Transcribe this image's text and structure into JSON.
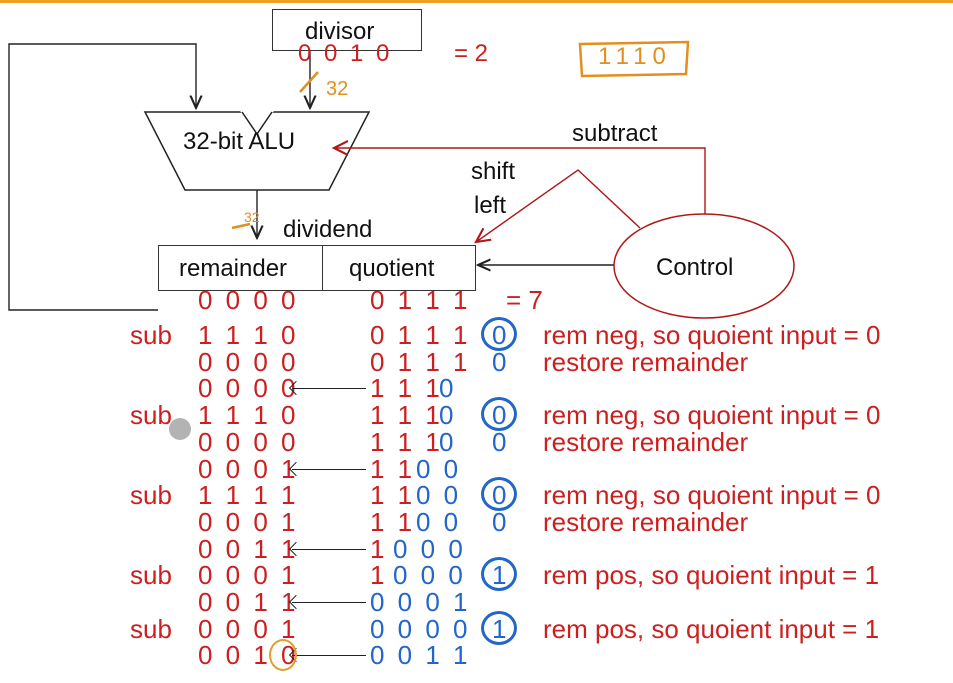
{
  "diagram": {
    "divisor_label": "divisor",
    "divisor_bits": "0 0 1 0",
    "divisor_value": "= 2",
    "handwritten_note": "1110",
    "handwritten_width_1": "32",
    "handwritten_width_2": "32",
    "alu_label": "32-bit ALU",
    "subtract_label": "subtract",
    "shift_label_1": "shift",
    "shift_label_2": "left",
    "dividend_label": "dividend",
    "remainder_label": "remainder",
    "quotient_label": "quotient",
    "control_label": "Control"
  },
  "trace": {
    "initial_remainder": "0 0 0 0",
    "initial_quotient": "0 1 1 1",
    "initial_value": "= 7",
    "rows": [
      {
        "op": "sub",
        "rem": "1 1 1 0",
        "quo_red": "0 1 1 1",
        "quo_blue": "",
        "bit": "0",
        "bit_circled": true,
        "note": "rem neg, so quoient input = 0"
      },
      {
        "op": "",
        "rem": "0 0 0 0",
        "quo_red": "0 1 1 1",
        "quo_blue": "",
        "bit": "0",
        "bit_circled": false,
        "note": "restore remainder"
      },
      {
        "op": "",
        "rem": "0 0 0 0",
        "arrow": true,
        "quo_red": "1 1 1",
        "quo_blue": "0",
        "bit": "",
        "bit_circled": false,
        "note": ""
      },
      {
        "op": "sub",
        "rem": "1 1 1 0",
        "quo_red": "1 1 1",
        "quo_blue": "0",
        "bit": "0",
        "bit_circled": true,
        "note": "rem neg, so quoient input = 0"
      },
      {
        "op": "",
        "rem": "0 0 0 0",
        "quo_red": "1 1 1",
        "quo_blue": "0",
        "bit": "0",
        "bit_circled": false,
        "note": "restore remainder"
      },
      {
        "op": "",
        "rem": "0 0 0 1",
        "arrow": true,
        "quo_red": "1 1",
        "quo_blue": "0 0",
        "bit": "",
        "bit_circled": false,
        "note": ""
      },
      {
        "op": "sub",
        "rem": "1 1 1 1",
        "quo_red": "1 1",
        "quo_blue": "0 0",
        "bit": "0",
        "bit_circled": true,
        "note": "rem neg, so quoient input = 0"
      },
      {
        "op": "",
        "rem": "0 0 0 1",
        "quo_red": "1 1",
        "quo_blue": "0 0",
        "bit": "0",
        "bit_circled": false,
        "note": "restore remainder"
      },
      {
        "op": "",
        "rem": "0 0 1 1",
        "arrow": true,
        "quo_red": "1",
        "quo_blue": "0 0 0",
        "bit": "",
        "bit_circled": false,
        "note": ""
      },
      {
        "op": "sub",
        "rem": "0 0 0 1",
        "quo_red": "1",
        "quo_blue": "0 0 0",
        "bit": "1",
        "bit_circled": true,
        "note": "rem pos, so quoient input = 1"
      },
      {
        "op": "",
        "rem": "0 0 1 1",
        "arrow": true,
        "quo_red": "",
        "quo_blue": "0 0 0 1",
        "bit": "",
        "bit_circled": false,
        "note": ""
      },
      {
        "op": "sub",
        "rem": "0 0 0 1",
        "quo_red": "",
        "quo_blue": "0 0 0 0",
        "bit": "1",
        "bit_circled": true,
        "note": "rem pos, so quoient input = 1"
      },
      {
        "op": "",
        "rem": "0 0 1 0",
        "arrow": true,
        "quo_red": "",
        "quo_blue": "0 0 1 1",
        "bit": "",
        "bit_circled": false,
        "note": ""
      }
    ]
  }
}
